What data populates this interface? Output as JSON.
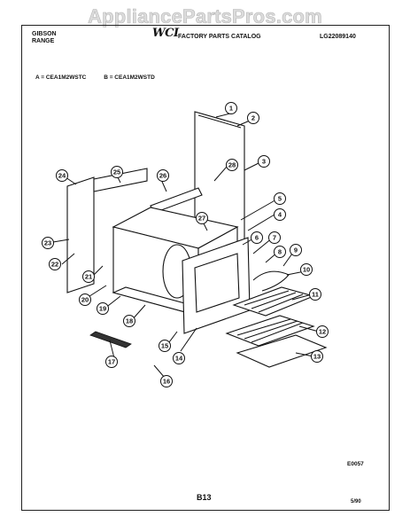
{
  "watermark": "AppliancePartsPros.com",
  "header": {
    "brand_line1": "GIBSON",
    "brand_line2": "RANGE",
    "logo": "WCI",
    "catalog_title": "FACTORY PARTS CATALOG",
    "catalog_number": "LG22089140"
  },
  "models": {
    "a": "A = CEA1M2WSTC",
    "b": "B = CEA1M2WSTD"
  },
  "callouts": [
    "1",
    "2",
    "3",
    "4",
    "5",
    "6",
    "7",
    "8",
    "9",
    "10",
    "11",
    "12",
    "13",
    "14",
    "15",
    "16",
    "17",
    "18",
    "19",
    "20",
    "21",
    "22",
    "23",
    "24",
    "25",
    "26",
    "27",
    "28"
  ],
  "footer": {
    "figure_code": "E0057",
    "page_number": "B13",
    "date": "5/90"
  }
}
